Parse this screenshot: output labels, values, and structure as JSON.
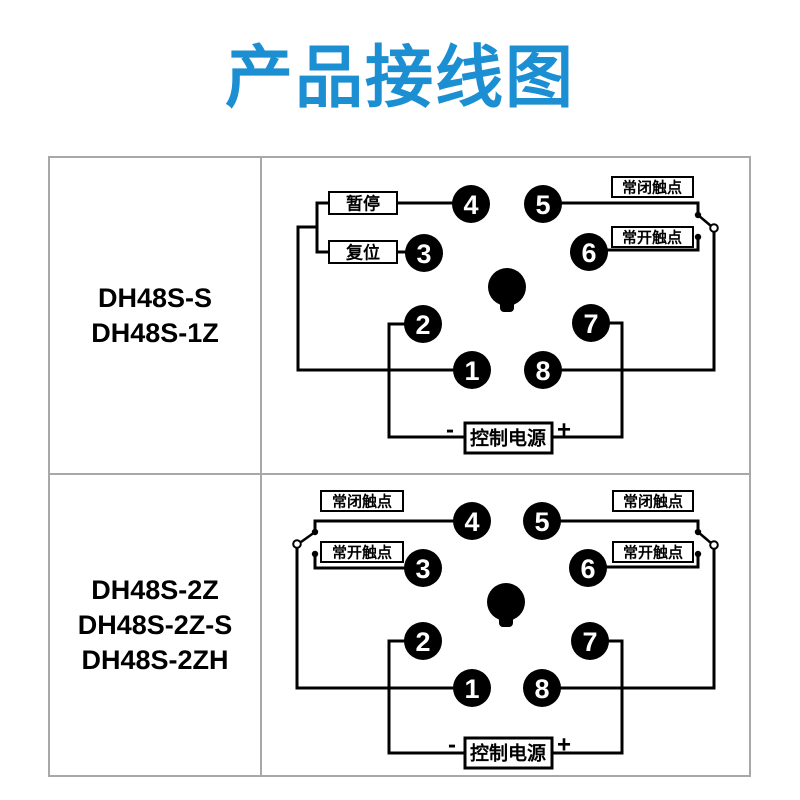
{
  "title": "产品接线图",
  "colors": {
    "accent": "#1b8fd2",
    "wire": "#000000",
    "table_border": "#a8a8a8"
  },
  "rows": [
    {
      "models": [
        "DH48S-S",
        "DH48S-1Z"
      ],
      "pause_label": "暂停",
      "reset_label": "复位",
      "nc_label": "常闭触点",
      "no_label": "常开触点",
      "power_label": "控制电源",
      "minus": "-",
      "plus": "+",
      "pins": {
        "p1": "1",
        "p2": "2",
        "p3": "3",
        "p4": "4",
        "p5": "5",
        "p6": "6",
        "p7": "7",
        "p8": "8"
      }
    },
    {
      "models": [
        "DH48S-2Z",
        "DH48S-2Z-S",
        "DH48S-2ZH"
      ],
      "nc_left_label": "常闭触点",
      "no_left_label": "常开触点",
      "nc_right_label": "常闭触点",
      "no_right_label": "常开触点",
      "power_label": "控制电源",
      "minus": "-",
      "plus": "+",
      "pins": {
        "p1": "1",
        "p2": "2",
        "p3": "3",
        "p4": "4",
        "p5": "5",
        "p6": "6",
        "p7": "7",
        "p8": "8"
      }
    }
  ]
}
